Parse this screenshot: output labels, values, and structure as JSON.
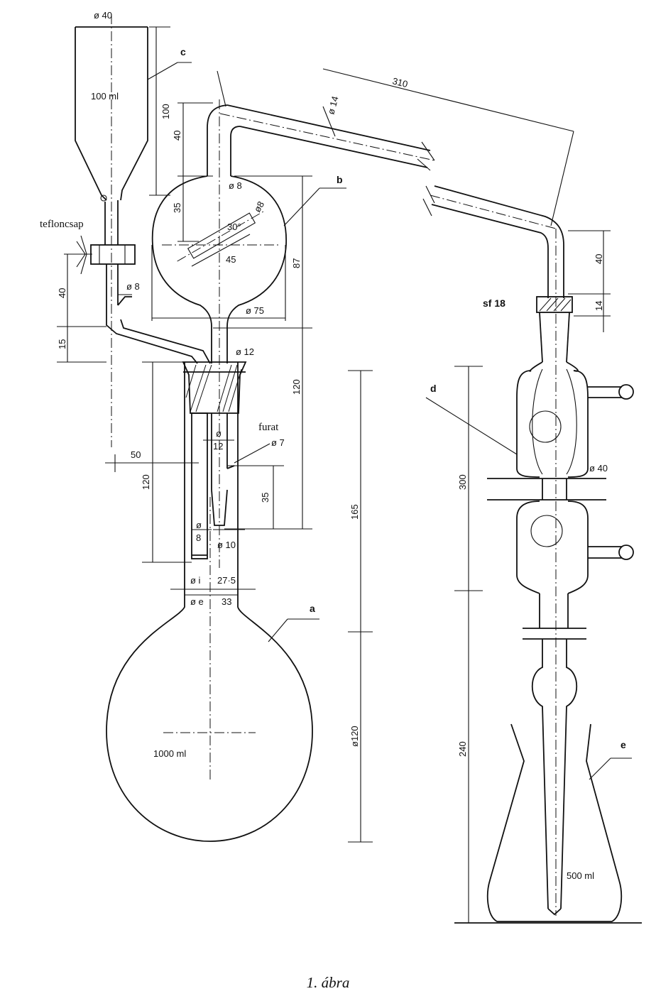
{
  "caption": "1. ábra",
  "parts": {
    "a": "a",
    "b": "b",
    "c": "c",
    "d": "d",
    "e": "e",
    "teflon": "tefloncsap",
    "furat": "furat",
    "sf": "sf 18"
  },
  "volumes": {
    "funnel": "100 ml",
    "flask": "1000 ml",
    "erlenmeyer": "500 ml"
  },
  "dimensions": {
    "d40_top": "ø 40",
    "h100": "100",
    "h40_left": "40",
    "h35": "35",
    "d8_bulb": "ø 8",
    "d8_tilt": "ø8",
    "angle30": "30°",
    "len45": "45",
    "h87": "87",
    "d75": "ø 75",
    "d12": "ø 12",
    "d14": "ø 14",
    "len310": "310",
    "h40_right": "40",
    "h14": "14",
    "h40_tap": "40",
    "d8_tap": "ø 8",
    "h15": "15",
    "h120_right": "120",
    "w50": "50",
    "h120_left": "120",
    "d12_tube_a": "ø",
    "d12_tube_b": "12",
    "d7": "ø 7",
    "h35_tube": "35",
    "d8_tube_a": "ø",
    "d8_tube_b": "8",
    "d10": "ø 10",
    "di_lbl": "ø i",
    "di_val": "27·5",
    "de_lbl": "ø e",
    "de_val": "33",
    "h165": "165",
    "d120": "ø120",
    "h300": "300",
    "d40_cond": "ø 40",
    "h240": "240"
  }
}
